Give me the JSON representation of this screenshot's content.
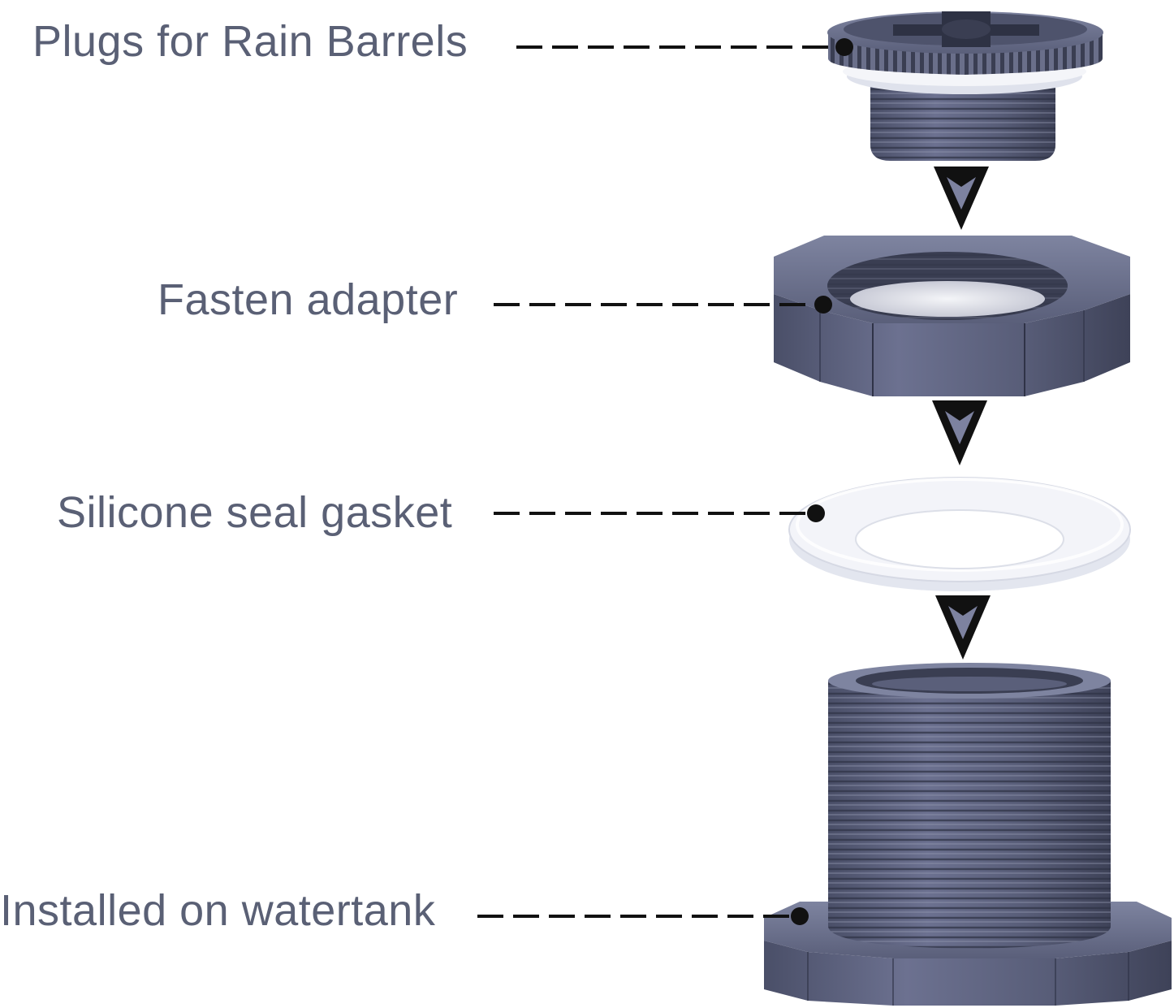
{
  "labels": {
    "plug": "Plugs for Rain Barrels",
    "adapter": "Fasten adapter",
    "gasket": "Silicone seal gasket",
    "tank": "Installed on watertank"
  },
  "colors": {
    "label_text": "#5a6075",
    "part_body": "#5a5f7a",
    "part_dark": "#3e4258",
    "part_light": "#8a8fa8",
    "gasket": "#eef0f6",
    "arrow_fill": "#7d82a0",
    "leader": "#111111"
  },
  "icons": [
    "plug-part",
    "nut-part",
    "gasket-part",
    "bulkhead-fitting-part",
    "down-arrow-icon"
  ]
}
